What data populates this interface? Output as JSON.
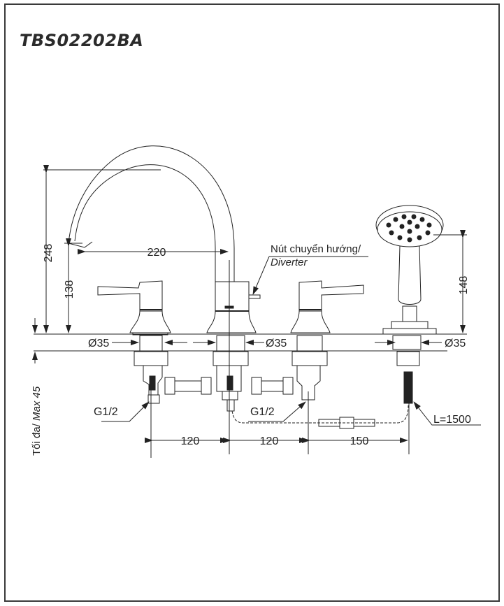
{
  "document": {
    "model_code": "TBS02202BA"
  },
  "dimensions": {
    "spout_total_height": "248",
    "spout_outlet_height": "138",
    "spout_reach": "220",
    "handshower_height": "148",
    "diameter_left": "Ø35",
    "diameter_center": "Ø35",
    "diameter_right": "Ø35",
    "spacing_left": "120",
    "spacing_center": "120",
    "spacing_right": "150",
    "hose_length": "L=1500",
    "thread_left": "G1/2",
    "thread_center": "G1/2"
  },
  "labels": {
    "diverter_vi": "Nút chuyển hướng/",
    "diverter_en": "Diverter",
    "max_deck_vi": "Tối đa/ ",
    "max_deck_en": "Max 45"
  }
}
